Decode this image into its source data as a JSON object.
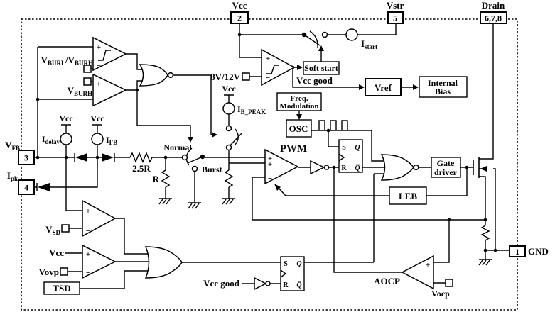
{
  "colors": {
    "ink": "#000000",
    "background": "#ffffff"
  },
  "pins": {
    "vcc": {
      "label": "Vcc",
      "num": "2"
    },
    "vstr": {
      "label": "Vstr",
      "num": "5"
    },
    "drain": {
      "label": "Drain",
      "num": "6,7,8"
    },
    "vfb": {
      "main": "V",
      "sub": "FB",
      "num": "3"
    },
    "ipk": {
      "main": "I",
      "sub": "pk",
      "num": "4"
    },
    "gnd": {
      "label": "GND",
      "num": "1"
    }
  },
  "blocks": {
    "soft_start": "Soft start",
    "vref": "Vref",
    "internal1": "Internal",
    "internal2": "Bias",
    "freq1": "Freq.",
    "freq2": "Modulation",
    "osc": "OSC",
    "gate1": "Gate",
    "gate2": "driver",
    "leb": "LEB",
    "tsd": "TSD"
  },
  "latch": {
    "s": "S",
    "r": "R",
    "q": "Q",
    "qb": "Q̅"
  },
  "labels": {
    "plus": "+",
    "minus": "−",
    "vburl_main": "V",
    "vburl_sub": "BURL",
    "vburl_main2": "/V",
    "vburl_sub2": "BURH",
    "vburh_main": "V",
    "vburh_sub": "BURH",
    "v8_12": "8V/12V",
    "vcc_good_top": "Vcc good",
    "vcc_good_bottom": "Vcc good",
    "istart_main": "I",
    "istart_sub": "start",
    "idelay_main": "I",
    "idelay_sub": "delay",
    "ifb_main": "I",
    "ifb_sub": "FB",
    "ibpeak_main": "I",
    "ibpeak_sub": "B_PEAK",
    "vcc_idelay": "Vcc",
    "vcc_ifb": "Vcc",
    "vcc_ibpeak": "Vcc",
    "vcc_comp": "Vcc",
    "r25": "2.5R",
    "r": "R",
    "normal": "Normal",
    "burst": "Burst",
    "pwm": "PWM",
    "vsd_main": "V",
    "vsd_sub": "SD",
    "vovp": "Vovp",
    "aocp": "AOCP",
    "vocp": "Vocp"
  }
}
